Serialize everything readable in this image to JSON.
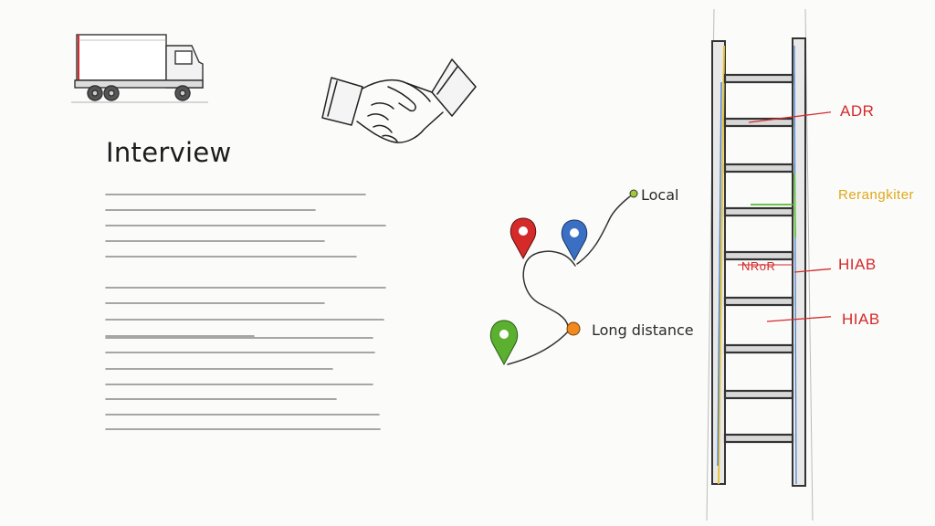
{
  "document": {
    "heading": "Interview"
  },
  "route": {
    "local_label": "Local",
    "long_label": "Long distance",
    "colors": {
      "red_pin": "#d42a2a",
      "blue_pin": "#3a6fc4",
      "green_pin": "#5bb030",
      "orange_dot": "#f08a1e",
      "local_dot": "#9acd32"
    }
  },
  "ladder": {
    "labels": {
      "adr": "ADR",
      "reg": "Rerangkiter",
      "hiab_1": "HIAB",
      "hiab_2": "HIAB",
      "rung_scribble": "NRoR"
    },
    "colors": {
      "adr": "#d42a2a",
      "reg": "#e0a818",
      "hiab": "#d42a2a",
      "rail_yellow": "#e6c43a",
      "rail_blue": "#4a7fd0",
      "rail_green": "#6cc24a"
    }
  },
  "icons": [
    "truck-icon",
    "handshake-icon",
    "map-pin-icon",
    "ladder-icon"
  ]
}
